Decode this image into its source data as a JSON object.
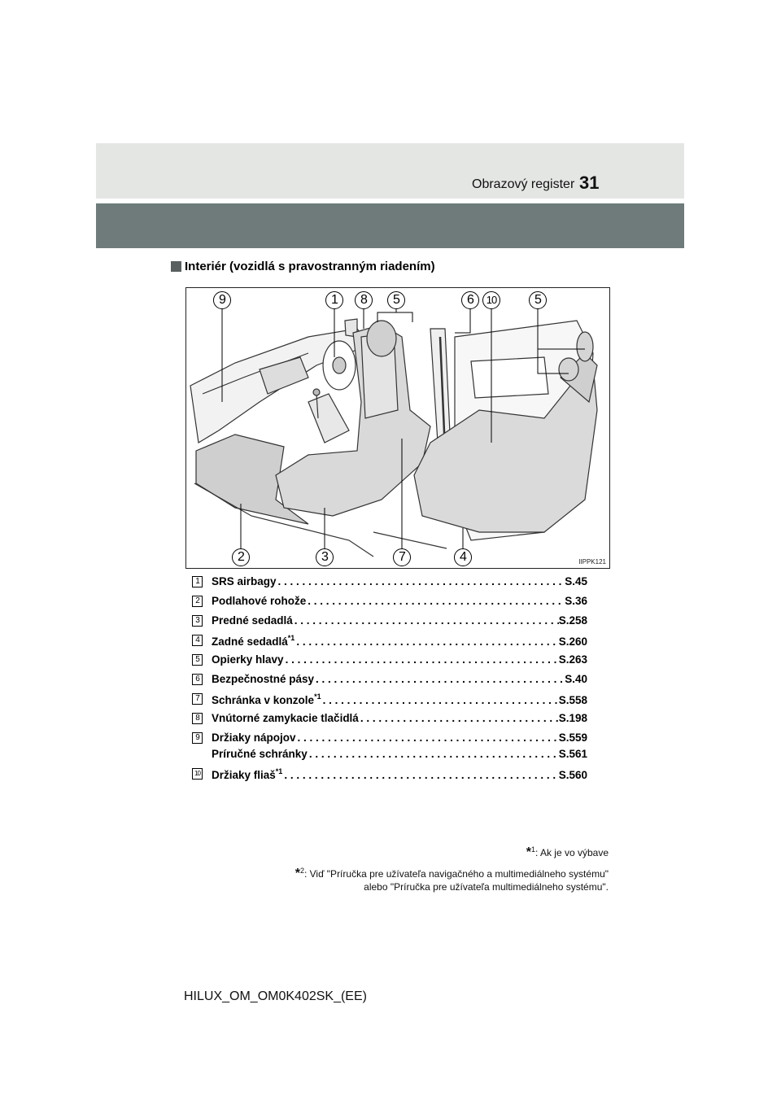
{
  "header": {
    "section_title": "Obrazový register",
    "page_number": "31"
  },
  "subheading": "Interiér (vozidlá s pravostranným riadením)",
  "figure": {
    "code": "IIPPK121",
    "callouts": [
      "9",
      "1",
      "8",
      "5",
      "6",
      "10",
      "5",
      "2",
      "3",
      "7",
      "4"
    ]
  },
  "items": [
    {
      "num": "1",
      "label": "SRS airbagy",
      "sup": "",
      "ref": "S.45"
    },
    {
      "num": "2",
      "label": "Podlahové rohože",
      "sup": "",
      "ref": "S.36"
    },
    {
      "num": "3",
      "label": "Predné sedadlá",
      "sup": "",
      "ref": "S.258"
    },
    {
      "num": "4",
      "label": "Zadné sedadlá",
      "sup": "*1",
      "ref": "S.260"
    },
    {
      "num": "5",
      "label": "Opierky hlavy",
      "sup": "",
      "ref": "S.263"
    },
    {
      "num": "6",
      "label": "Bezpečnostné pásy",
      "sup": "",
      "ref": "S.40"
    },
    {
      "num": "7",
      "label": "Schránka v konzole",
      "sup": "*1",
      "ref": "S.558"
    },
    {
      "num": "8",
      "label": "Vnútorné zamykacie tlačidlá",
      "sup": "",
      "ref": "S.198"
    },
    {
      "num": "9",
      "label": "Držiaky nápojov",
      "sup": "",
      "ref": "S.559",
      "label2": "Príručné schránky",
      "ref2": "S.561"
    },
    {
      "num": "10",
      "label": "Držiaky fliaš",
      "sup": "*1",
      "ref": "S.560"
    }
  ],
  "footnotes": {
    "fn1_mark": "1",
    "fn1_text": ": Ak je vo výbave",
    "fn2_mark": "2",
    "fn2_line1": ": Viď \"Príručka pre užívateľa navigačného a multimediálneho systému\"",
    "fn2_line2": "alebo \"Príručka pre užívateľa multimediálneho systému\"."
  },
  "footer": "HILUX_OM_OM0K402SK_(EE)"
}
